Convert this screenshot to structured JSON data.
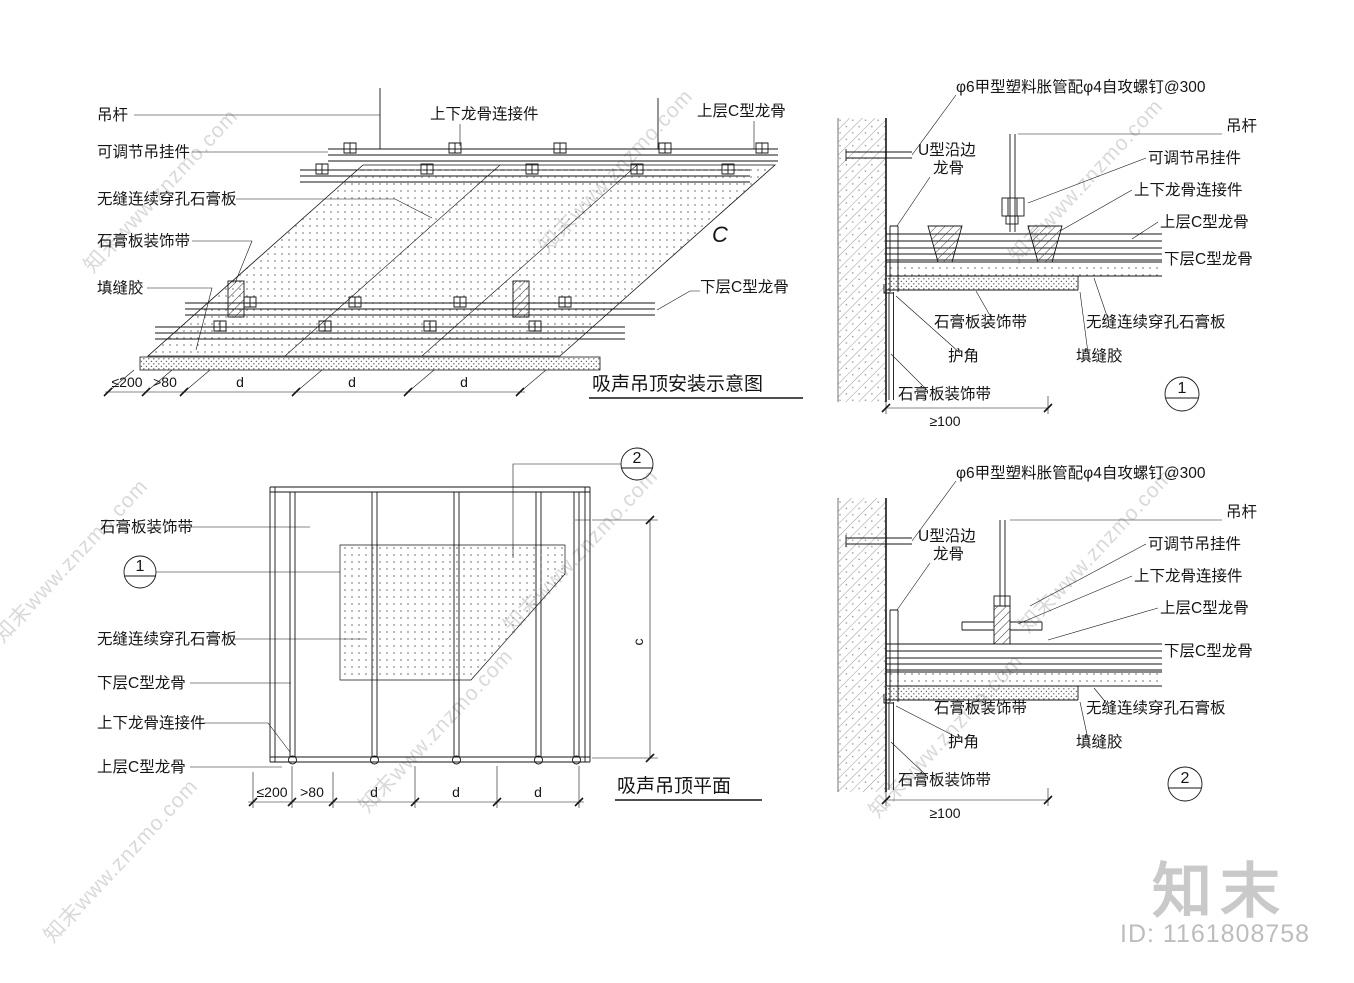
{
  "watermark": {
    "tile": "知末www.znzmo.com",
    "logo": "知末",
    "id": "ID: 1161808758"
  },
  "iso": {
    "title": "吸声吊顶安装示意图",
    "hanger_rod": "吊杆",
    "adjustable_hanger": "可调节吊挂件",
    "perforated_board": "无缝连续穿孔石膏板",
    "decor_strip": "石膏板装饰带",
    "sealant": "填缝胶",
    "keel_connector": "上下龙骨连接件",
    "upper_keel": "上层C型龙骨",
    "lower_keel": "下层C型龙骨",
    "c_mark": "C",
    "dim1": "≤200",
    "dim2": ">80",
    "dim_d": "d"
  },
  "plan": {
    "title": "吸声吊顶平面",
    "decor_strip": "石膏板装饰带",
    "perforated_board": "无缝连续穿孔石膏板",
    "lower_keel": "下层C型龙骨",
    "keel_connector": "上下龙骨连接件",
    "upper_keel": "上层C型龙骨",
    "dim1": "≤200",
    "dim2": ">80",
    "dim_d": "d",
    "dim_c": "c",
    "bubble1": "1",
    "bubble2": "2"
  },
  "detail1": {
    "bubble": "1",
    "anchor_note": "φ6甲型塑料胀管配φ4自攻螺钉@300",
    "hanger_rod": "吊杆",
    "edge_keel_line1": "U型沿边",
    "edge_keel_line2": "龙骨",
    "adjustable_hanger": "可调节吊挂件",
    "keel_connector": "上下龙骨连接件",
    "upper_keel": "上层C型龙骨",
    "lower_keel": "下层C型龙骨",
    "decor_strip": "石膏板装饰带",
    "corner_guard": "护角",
    "perforated_board": "无缝连续穿孔石膏板",
    "sealant": "填缝胶",
    "decor_strip2": "石膏板装饰带",
    "dim": "≥100"
  },
  "detail2": {
    "bubble": "2",
    "anchor_note": "φ6甲型塑料胀管配φ4自攻螺钉@300",
    "hanger_rod": "吊杆",
    "edge_keel_line1": "U型沿边",
    "edge_keel_line2": "龙骨",
    "adjustable_hanger": "可调节吊挂件",
    "keel_connector": "上下龙骨连接件",
    "upper_keel": "上层C型龙骨",
    "lower_keel": "下层C型龙骨",
    "decor_strip": "石膏板装饰带",
    "corner_guard": "护角",
    "perforated_board": "无缝连续穿孔石膏板",
    "sealant": "填缝胶",
    "decor_strip2": "石膏板装饰带",
    "dim": "≥100"
  }
}
